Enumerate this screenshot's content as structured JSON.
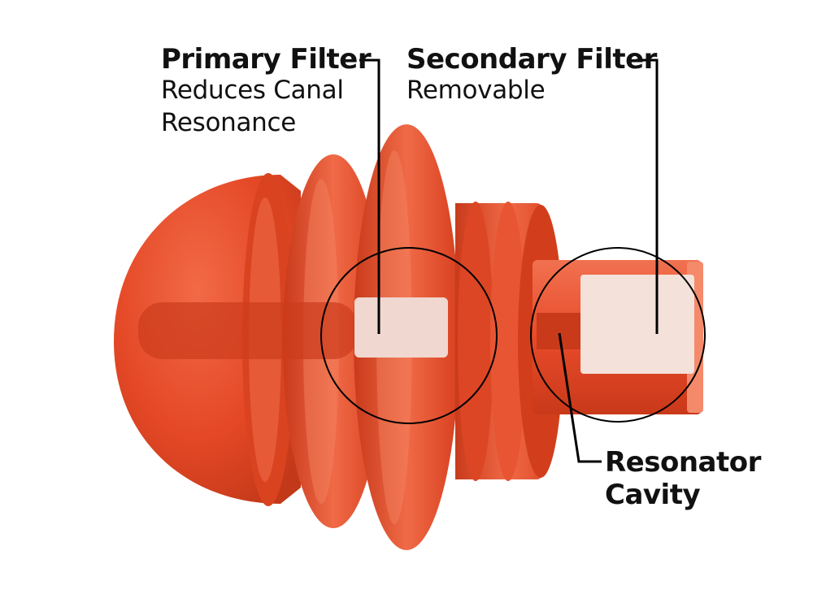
{
  "callouts": {
    "primary": {
      "title": "Primary Filter",
      "desc_line1": "Reduces Canal",
      "desc_line2": "Resonance"
    },
    "secondary": {
      "title": "Secondary Filter",
      "desc": "Removable"
    },
    "resonator": {
      "line1": "Resonator",
      "line2": "Cavity"
    }
  },
  "colors": {
    "plug_main": "#e8492b",
    "plug_light": "#f47a5a",
    "plug_dark": "#b83218",
    "filter": "#f4ece8",
    "leader": "#000000"
  }
}
